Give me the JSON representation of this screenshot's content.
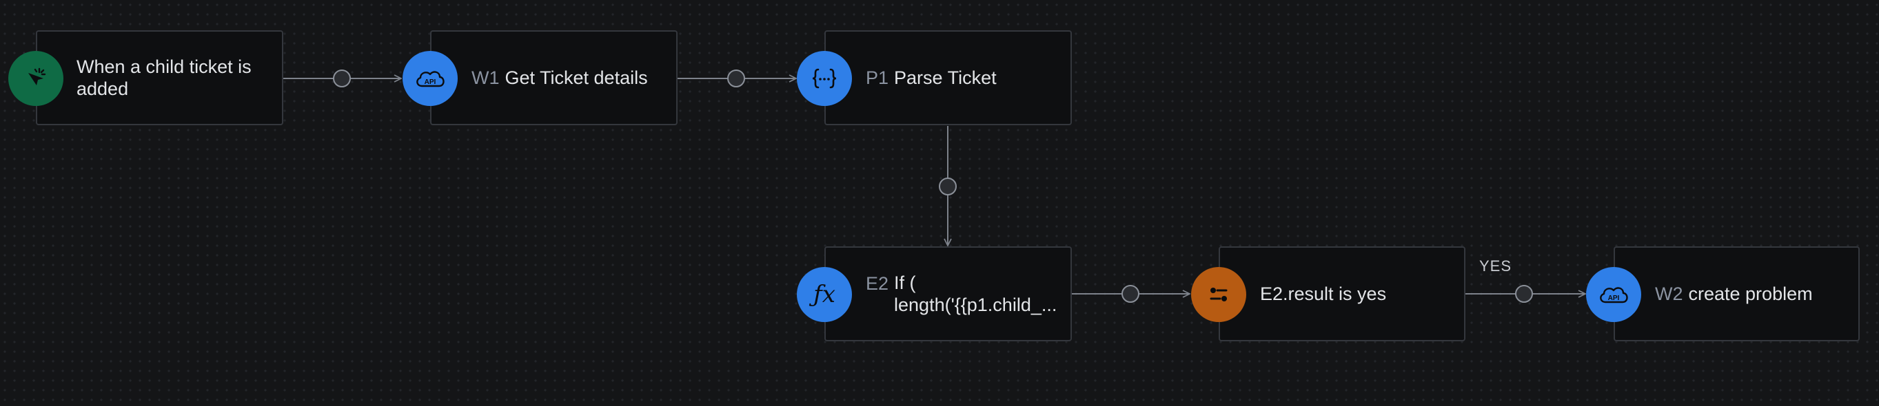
{
  "workflow": {
    "trigger": {
      "label": "When a child ticket is added",
      "icon": "cursor-click-icon"
    },
    "w1": {
      "id": "W1",
      "label": "Get Ticket details",
      "icon": "api-cloud-icon"
    },
    "p1": {
      "id": "P1",
      "label": "Parse Ticket",
      "icon": "json-braces-icon"
    },
    "e2": {
      "id": "E2",
      "line1": "If (",
      "line2": "length('{{p1.child_...",
      "icon": "function-icon"
    },
    "cond": {
      "label": "E2.result is yes",
      "icon": "condition-sliders-icon"
    },
    "w2": {
      "id": "W2",
      "label": "create problem",
      "icon": "api-cloud-icon"
    },
    "edge_yes_label": "YES",
    "icon_text_api": "API"
  },
  "colors": {
    "blue": "#2f7fe8",
    "green": "#0f6b45",
    "orange": "#b75b12",
    "edge": "#7d828b",
    "node_border": "#34373d",
    "node_bg": "#0e0f11"
  }
}
